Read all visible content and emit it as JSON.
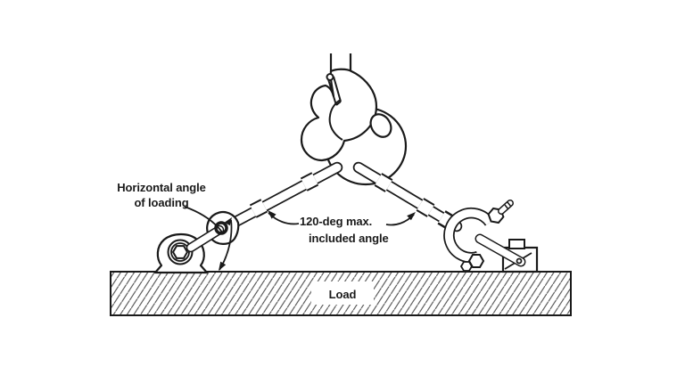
{
  "diagram": {
    "labels": {
      "horizontal_angle": {
        "line1": "Horizontal angle",
        "line2": "of loading"
      },
      "included_angle": {
        "line1": "120-deg max.",
        "line2": "included angle"
      },
      "load": "Load"
    },
    "colors": {
      "background": "#ffffff",
      "line": "#1a1a1a",
      "hatch": "#4a4a4a",
      "text": "#1a1a1a"
    }
  }
}
